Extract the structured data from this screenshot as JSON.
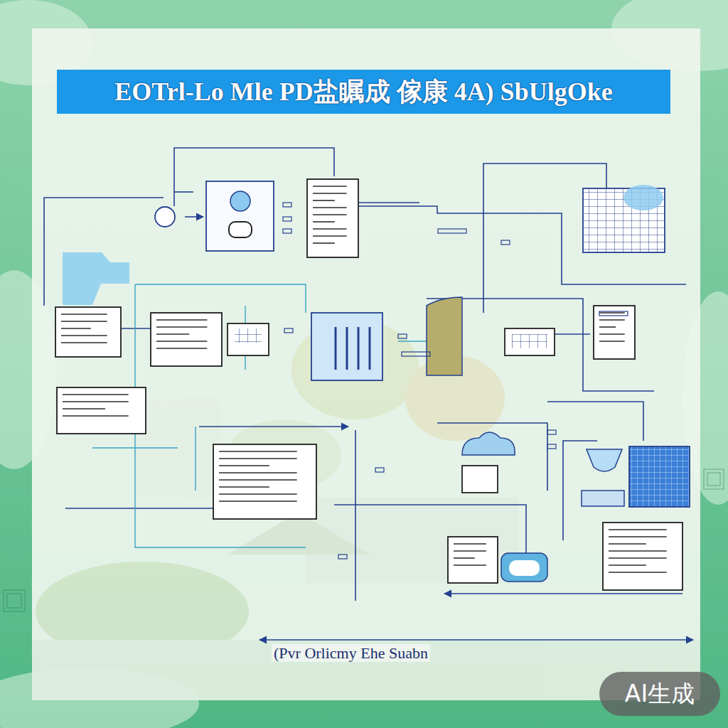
{
  "diagram": {
    "title": "EOTrl-Lo Mle PD盐瞩成 傢康 4A) SbUlgOke",
    "caption": "(Pvr Orlicmy Ehe Suabn",
    "labels": [
      "AI生成"
    ]
  }
}
